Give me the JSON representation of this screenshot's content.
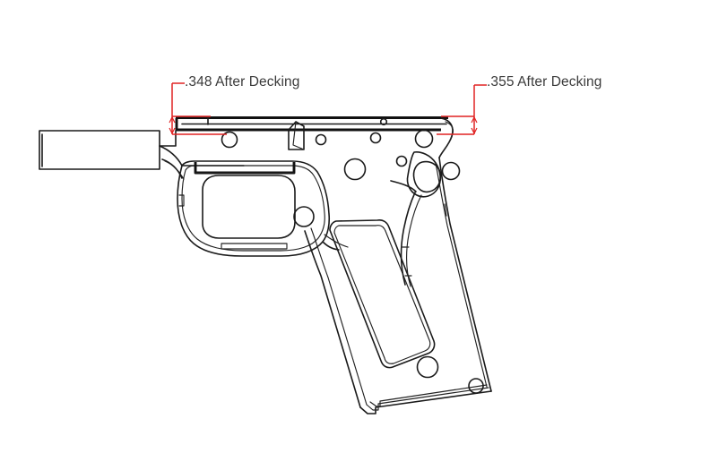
{
  "drawing": {
    "title": "1911 pistol frame profile technical drawing",
    "background_color": "#ffffff",
    "line_color": "#1a1a1a",
    "dimension_color": "#e02222",
    "text_color": "#3a3a3a"
  },
  "annotations": [
    {
      "id": "left-dimension",
      "label": ".348 After Decking",
      "value": ".348",
      "note": "After Decking",
      "side": "left"
    },
    {
      "id": "right-dimension",
      "label": ".355 After Decking",
      "value": ".355",
      "note": "After Decking",
      "side": "right"
    }
  ],
  "icons": {
    "up_arrow": "dimension-arrow-up-icon",
    "down_arrow": "dimension-arrow-down-icon"
  }
}
